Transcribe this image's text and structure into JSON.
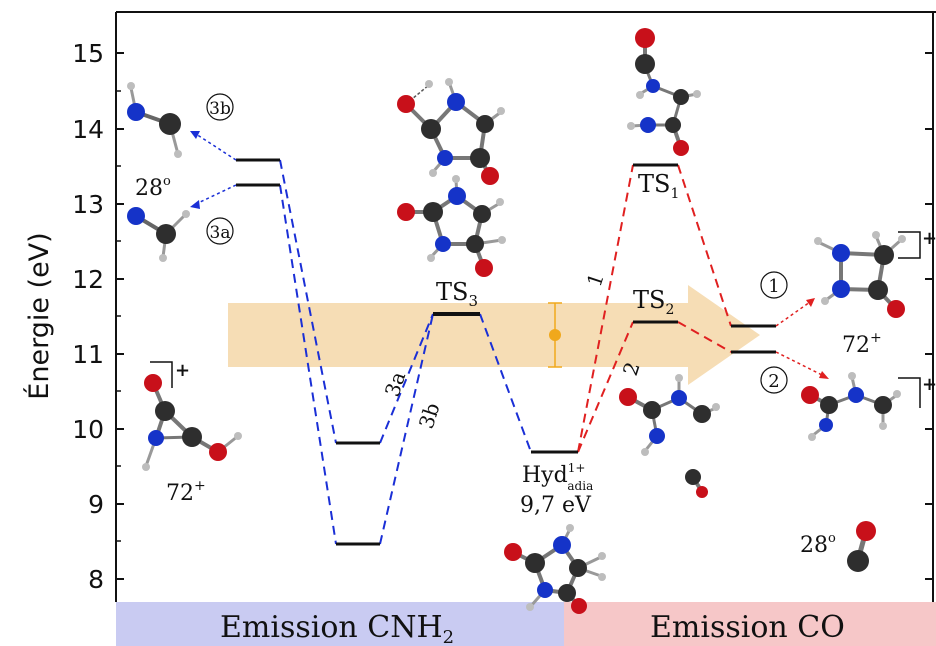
{
  "axis": {
    "ylabel": "Énergie (eV)",
    "ylim": [
      7.5,
      15.5
    ],
    "ticks": [
      "8",
      "9",
      "10",
      "11",
      "12",
      "13",
      "14",
      "15"
    ]
  },
  "colors": {
    "cnh2_path": "#1a2fd6",
    "co_path": "#e02020",
    "arrow_band": "#f6ddb5",
    "error_marker": "#f0a81c",
    "cnh2_region": "#c9cbf2",
    "co_region": "#f6c7c8",
    "atom_C": "#2e2e2e",
    "atom_N": "#1533c8",
    "atom_O": "#c8101a",
    "atom_H": "#bdbdbd"
  },
  "regions": {
    "cnh2_label": "Emission CNH",
    "cnh2_sub": "2",
    "co_label": "Emission CO"
  },
  "labels": {
    "ts3": "TS",
    "ts3_sub": "3",
    "ts1": "TS",
    "ts1_sub": "1",
    "ts2": "TS",
    "ts2_sub": "2",
    "hyd": "Hyd",
    "hyd_sup": "1+",
    "hyd_sub": "adia",
    "hyd_energy": "9,7 eV",
    "path_3a": "3a",
    "path_3b": "3b",
    "path_1": "1",
    "path_2": "2",
    "circle_3b": "3b",
    "circle_3a": "3a",
    "circle_1": "1",
    "circle_2": "2",
    "frag_28_top": "28",
    "frag_28_top_sup": "o",
    "frag_72_left": "72",
    "frag_72_left_sup": "+",
    "frag_72_right": "72",
    "frag_72_right_sup": "+",
    "frag_28_bottom": "28",
    "frag_28_bottom_sup": "o",
    "charge_plus": "+"
  },
  "levels": [
    {
      "name": "product-3b",
      "energy": 13.6
    },
    {
      "name": "product-3a",
      "energy": 13.27
    },
    {
      "name": "intermediate-3a",
      "energy": 9.8
    },
    {
      "name": "intermediate-3b",
      "energy": 8.47
    },
    {
      "name": "ts3",
      "energy": 11.55
    },
    {
      "name": "hyd-adia",
      "energy": 9.7
    },
    {
      "name": "ts1",
      "energy": 13.53
    },
    {
      "name": "ts2",
      "energy": 11.45
    },
    {
      "name": "product-1",
      "energy": 11.37
    },
    {
      "name": "product-2",
      "energy": 11.03
    }
  ],
  "error_bar": {
    "center": 11.25,
    "low": 10.82,
    "high": 11.68
  }
}
